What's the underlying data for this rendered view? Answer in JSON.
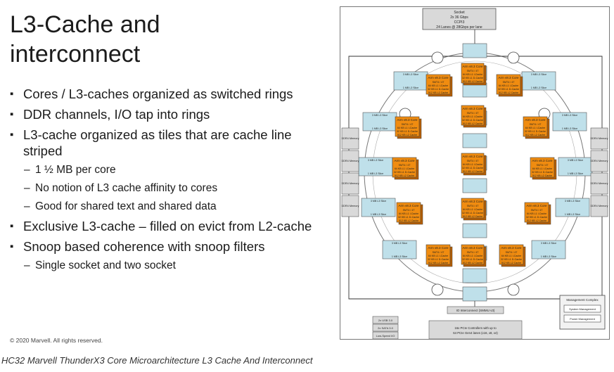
{
  "slide": {
    "title": "L3-Cache and interconnect",
    "bullets": [
      {
        "level": 1,
        "text": "Cores / L3-caches organized as switched rings"
      },
      {
        "level": 1,
        "text": "DDR channels, I/O tap into rings"
      },
      {
        "level": 1,
        "text": "L3-cache organized as tiles that are cache line striped"
      },
      {
        "level": 2,
        "text": "1 ½ MB per core"
      },
      {
        "level": 2,
        "text": "No notion of L3 cache affinity to cores"
      },
      {
        "level": 2,
        "text": "Good for shared text and shared data"
      },
      {
        "level": 1,
        "text": "Exclusive L3-cache – filled on evict from L2-cache"
      },
      {
        "level": 1,
        "text": "Snoop based coherence with snoop filters"
      },
      {
        "level": 2,
        "text": "Single socket and two socket"
      }
    ],
    "copyright": "© 2020 Marvell. All rights reserved.",
    "caption": "HC32 Marvell ThunderX3 Core Microarchitecture L3 Cache And Interconnect"
  },
  "diagram": {
    "top_box": [
      "Socket",
      "2x 36 Gbps",
      "CCPI3",
      "24 Lanes @ 28Gbps per lane"
    ],
    "slice_label": "3 MB L3 Slice",
    "slice_label_short": "1 MB L3 Slice",
    "core": {
      "title": "Arm v8.3 Core",
      "lines": [
        "SMT4 / 4T",
        "64 KB L1 I-Cache",
        "32 KB L1 D-Cache",
        "512 KB L2 Cache"
      ]
    },
    "ddr_label": "DDR4 Memory",
    "io_interconnect": "IO Interconnect (SMMU v3)",
    "io_left": [
      "2x USB 3.0",
      "2x SATA 3.0",
      "Low-Speed I/O"
    ],
    "pcie": [
      "16x PCIe Controllers with up to",
      "64 PCIe Gen4 lanes (x16, x8, x4)"
    ],
    "mgmt": {
      "title": "Management Complex",
      "items": [
        "System Management",
        "Power Management"
      ]
    },
    "colors": {
      "core": "#f08c10",
      "slice": "#bfe0ea",
      "gray": "#d9d9d9"
    }
  }
}
